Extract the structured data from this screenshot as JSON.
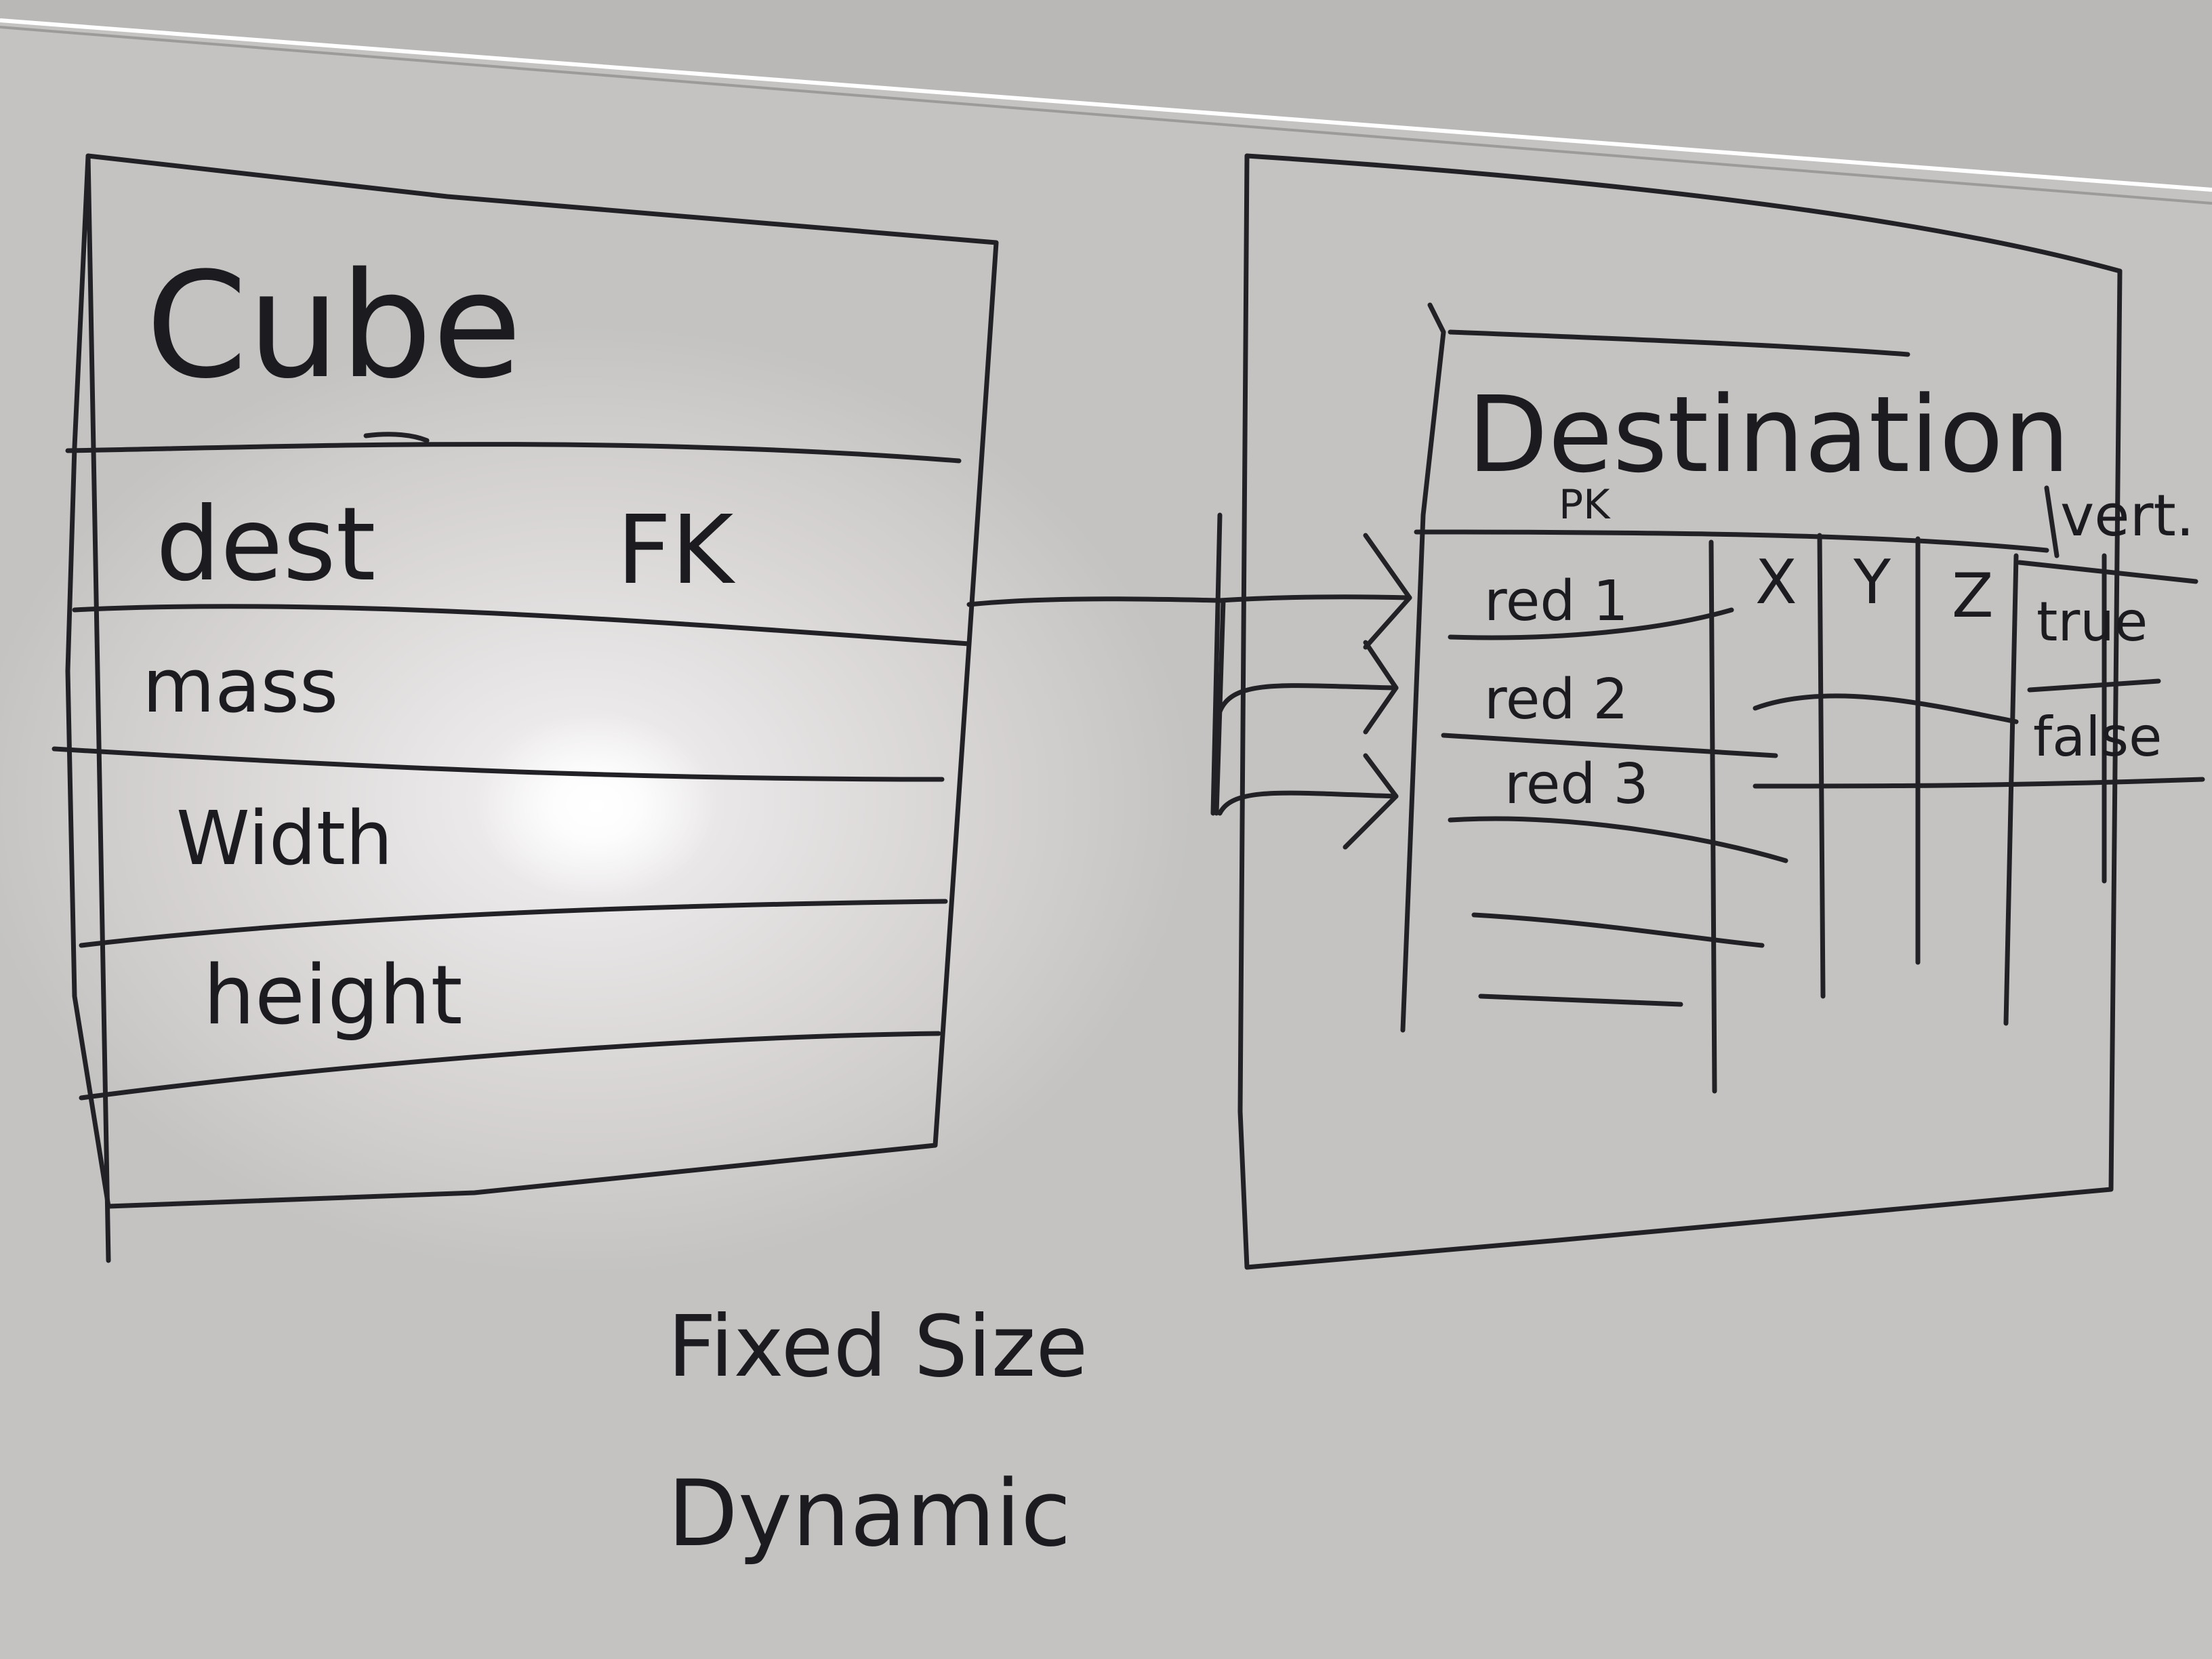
{
  "cube_table": {
    "title": "Cube",
    "rows": [
      {
        "field": "dest",
        "key": "FK"
      },
      {
        "field": "mass",
        "key": ""
      },
      {
        "field": "Width",
        "key": ""
      },
      {
        "field": "height",
        "key": ""
      }
    ]
  },
  "destination_table": {
    "title": "Destination",
    "pk_label": "PK",
    "vert_label": "vert.",
    "column_headers": [
      "X",
      "Y",
      "Z"
    ],
    "rows": [
      "red 1",
      "red 2",
      "red 3"
    ],
    "vert_values": [
      "true",
      "false"
    ]
  },
  "notes": [
    "Fixed Size",
    "Dynamic"
  ]
}
